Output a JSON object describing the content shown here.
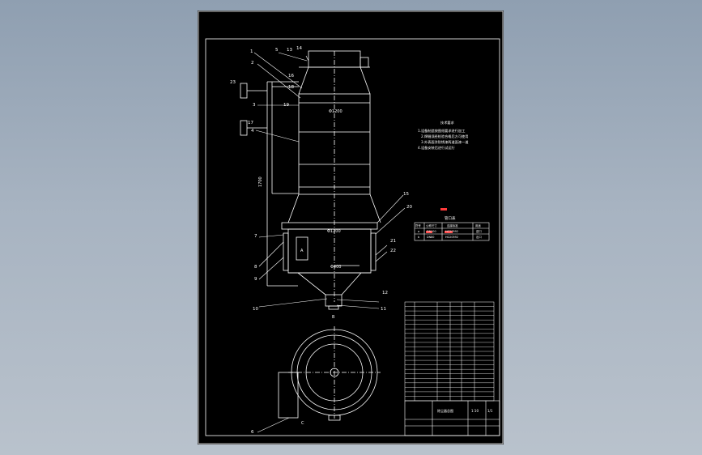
{
  "viewer": {
    "background_top": "#8f9fb1",
    "background_bottom": "#b9c2cc"
  },
  "drawing": {
    "line_color": "#ffffff",
    "accent_color": "#ff3b3b",
    "callouts": [
      "1",
      "2",
      "3",
      "4",
      "5",
      "6",
      "7",
      "8",
      "9",
      "10",
      "11",
      "12",
      "13",
      "14",
      "15",
      "16",
      "17",
      "18",
      "19",
      "20",
      "21",
      "22",
      "23"
    ],
    "dimensions": {
      "main_diameter": "Φ1200",
      "lower_diameter": "Φ1200",
      "inner_dia": "Φ400",
      "side_height": "1700",
      "box_label": "A",
      "section_label": "B",
      "side_label": "C"
    },
    "notes_title": "技术要求",
    "notes_lines": [
      "1.设备制造按图纸要求进行加工",
      "2.焊缝须经检验合格后方可使用",
      "3.外表面涂防锈漆两道面漆一道",
      "4.设备安装后进行试运行"
    ],
    "nozzle_table_title": "管口表",
    "nozzle_table_headers": [
      "符号",
      "公称尺寸",
      "连接标准",
      "用途"
    ],
    "nozzle_table_rows": [
      [
        "a",
        "DN100",
        "HG20592",
        "进口"
      ],
      [
        "b",
        "DN80",
        "HG20592",
        "出口"
      ]
    ],
    "title_block": {
      "drawing_name": "除尘器总图",
      "scale": "1:10",
      "sheet": "1/1"
    }
  }
}
